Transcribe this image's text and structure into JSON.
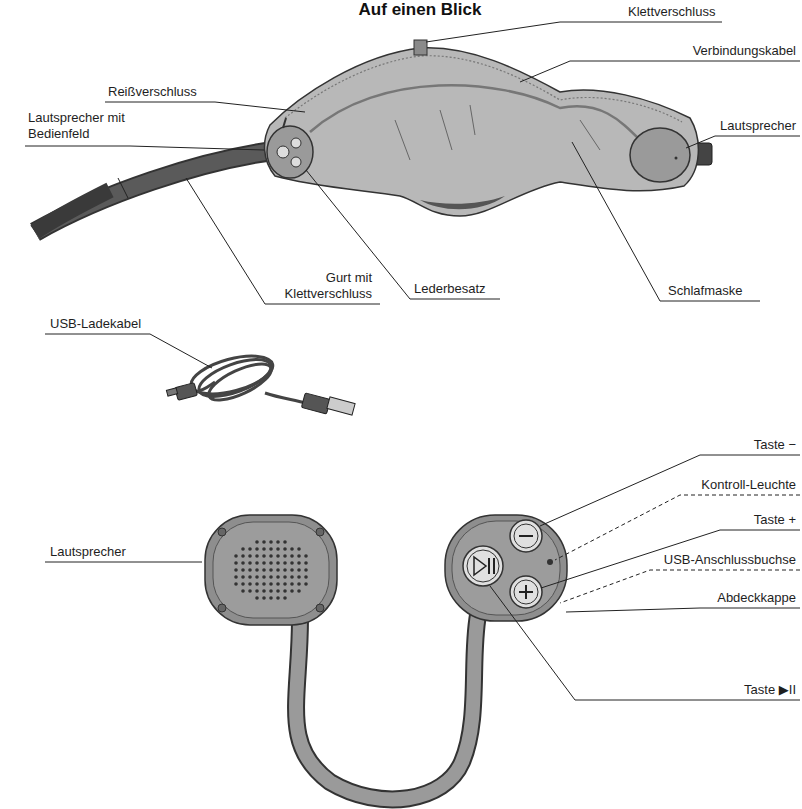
{
  "diagram": {
    "title": "Auf einen Blick",
    "labels": [
      "Klettverschluss",
      "Reißverschluss",
      "Verbindungskabel",
      "Lautsprecher mit Bedienfeld",
      "Lautsprecher",
      "Gurt mit Klettverschluss",
      "Lederbesatz",
      "Schlafmaske",
      "USB-Ladekabel",
      "Lautsprecher",
      "Taste −",
      "Kontroll-Leuchte",
      "Taste +",
      "USB-Anschlussbuchse",
      "Abdeckkappe",
      "Taste ▶II"
    ]
  }
}
